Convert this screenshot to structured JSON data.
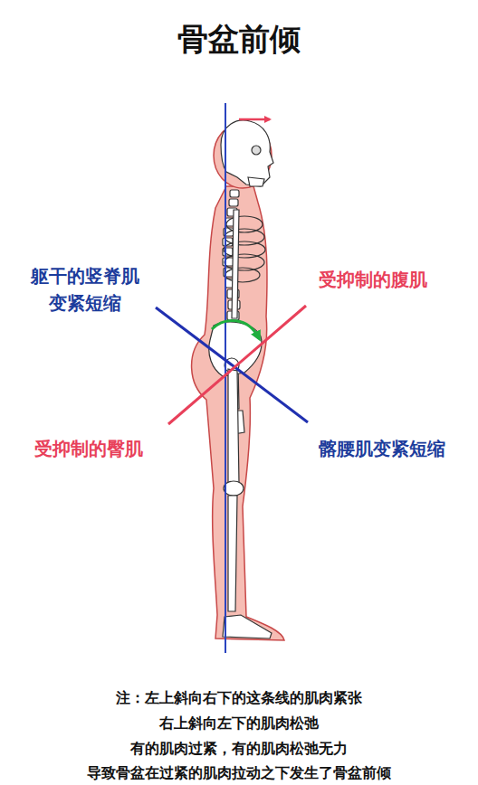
{
  "diagram": {
    "title": "骨盆前倾",
    "labels": [
      "躯干的竖脊肌 变紧短缩",
      "受抑制的腹肌",
      "受抑制的臀肌",
      "髂腰肌变紧短缩",
      "注：左上斜向右下的这条线的肌肉紧张",
      "右上斜向左下的肌肉松弛",
      "有的肌肉过紧，有的肌肉松弛无力",
      "导致骨盆在过紧的肌肉拉动之下发生了骨盆前倾"
    ]
  }
}
